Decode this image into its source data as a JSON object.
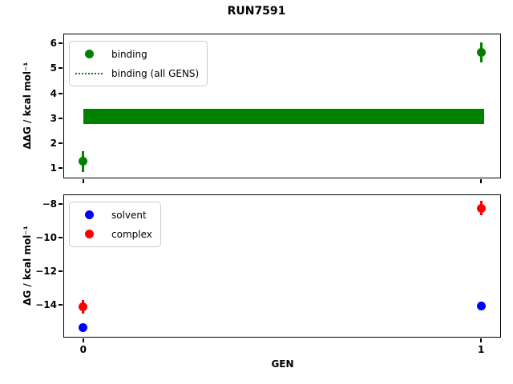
{
  "title": "RUN7591",
  "xlabel": "GEN",
  "chart_data": [
    {
      "type": "scatter",
      "panel": "top",
      "ylabel": "ΔΔG / kcal mol⁻¹",
      "x": [
        0,
        1
      ],
      "xlim": [
        -0.048,
        1.048
      ],
      "ylim": [
        0.63,
        6.35
      ],
      "yticks": [
        1,
        2,
        3,
        4,
        5,
        6
      ],
      "ytick_labels": [
        "1",
        "2",
        "3",
        "4",
        "5",
        "6"
      ],
      "xticks": [
        0,
        1
      ],
      "grid": false,
      "legend_position": "upper-left",
      "series": [
        {
          "name": "binding",
          "marker": "circle",
          "color": "#008000",
          "y": [
            1.27,
            5.63
          ],
          "yerr": [
            0.42,
            0.41
          ]
        }
      ],
      "band": {
        "name": "binding (all GENS)",
        "style": "dotted",
        "color": "#008000",
        "center": 3.07,
        "half_width": 0.31,
        "x_start": 0,
        "x_end": 1
      },
      "legend": [
        {
          "label": "binding",
          "marker": "circle",
          "color": "#008000"
        },
        {
          "label": "binding (all GENS)",
          "marker": "dotted-line",
          "color": "#008000"
        }
      ]
    },
    {
      "type": "scatter",
      "panel": "bottom",
      "ylabel": "ΔG / kcal mol⁻¹",
      "x": [
        0,
        1
      ],
      "xlim": [
        -0.048,
        1.048
      ],
      "ylim": [
        -15.9,
        -7.48
      ],
      "yticks": [
        -8,
        -10,
        -12,
        -14
      ],
      "ytick_labels": [
        "−8",
        "−10",
        "−12",
        "−14"
      ],
      "xticks": [
        0,
        1
      ],
      "xtick_labels": [
        "0",
        "1"
      ],
      "grid": false,
      "legend_position": "upper-left",
      "series": [
        {
          "name": "solvent",
          "marker": "circle",
          "color": "#0000ff",
          "y": [
            -15.35,
            -14.05
          ],
          "yerr": [
            0.1,
            0.1
          ]
        },
        {
          "name": "complex",
          "marker": "circle",
          "color": "#ff0000",
          "y": [
            -14.1,
            -8.25
          ],
          "yerr": [
            0.4,
            0.42
          ]
        }
      ],
      "legend": [
        {
          "label": "solvent",
          "marker": "circle",
          "color": "#0000ff"
        },
        {
          "label": "complex",
          "marker": "circle",
          "color": "#ff0000"
        }
      ]
    }
  ]
}
